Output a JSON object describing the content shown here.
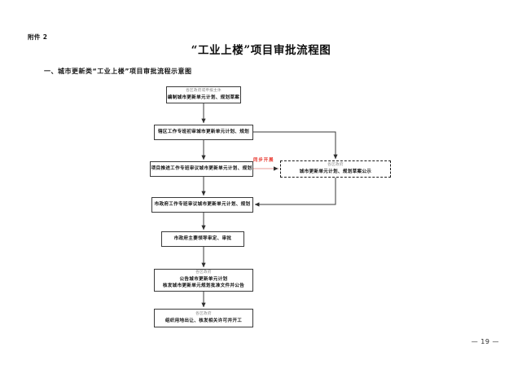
{
  "document": {
    "attachment_label": "附件 2",
    "title": "“工业上楼”项目审批流程图",
    "section_heading": "一、城市更新类“工业上楼”项目审批流程示意图",
    "page_number": "— 19 —"
  },
  "colors": {
    "accent_red": "#e8332a",
    "node_border": "#3a3a3a",
    "caption_gray": "#8a8a8a",
    "connector": "#3a3a3a",
    "sync_connector": "#e79b97"
  },
  "flowchart": {
    "type": "process-flow",
    "orientation": "top-to-bottom",
    "annotations": [
      {
        "id": "sync-note",
        "text": "同步开展",
        "color": "#e8332a"
      }
    ],
    "nodes": [
      {
        "id": "node-1",
        "caption": "各区政府或申报主体",
        "lines": [
          "编制城市更新单元计划、规划草案"
        ],
        "style": "solid"
      },
      {
        "id": "node-2",
        "caption": "",
        "lines": [
          "辖区工作专班初审城市更新单元计划、规划"
        ],
        "style": "solid"
      },
      {
        "id": "node-3",
        "caption": "",
        "lines": [
          "项目推进工作专班审议城市更新单元计划、规划"
        ],
        "style": "solid"
      },
      {
        "id": "node-4",
        "caption": "",
        "lines": [
          "市政府工作专班审议城市更新单元计划、规划"
        ],
        "style": "solid"
      },
      {
        "id": "node-5",
        "caption": "",
        "lines": [
          "市政府主要领导审定、审批"
        ],
        "style": "solid"
      },
      {
        "id": "node-6",
        "caption": "各区政府",
        "lines": [
          "公告城市更新单元计划",
          "核发城市更新单元规划批准文件并公告"
        ],
        "style": "solid"
      },
      {
        "id": "node-7",
        "caption": "各区政府",
        "lines": [
          "组织用地出让、核发相关许可并开工"
        ],
        "style": "solid"
      },
      {
        "id": "node-public",
        "caption": "各区政府",
        "lines": [
          "城市更新单元计划、规划草案公示"
        ],
        "style": "dashed"
      }
    ]
  }
}
